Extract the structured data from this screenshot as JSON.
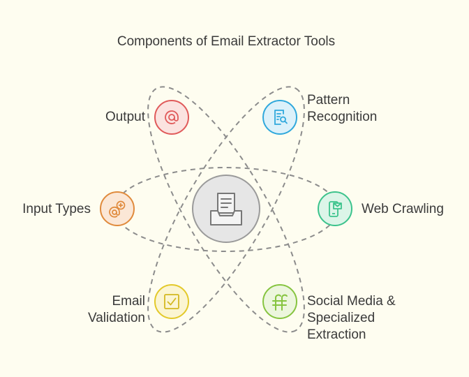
{
  "title": "Components of Email Extractor Tools",
  "center": {
    "icon": "inbox-tray-icon"
  },
  "nodes": [
    {
      "id": "output",
      "label": "Output",
      "icon": "at-sign-icon",
      "color": "#e05a5a",
      "fill": "#fbe3e0"
    },
    {
      "id": "pattern",
      "label": "Pattern Recognition",
      "lines": [
        "Pattern",
        "Recognition"
      ],
      "icon": "document-search-icon",
      "color": "#2fa8dc",
      "fill": "#dcf1fa"
    },
    {
      "id": "web",
      "label": "Web Crawling",
      "icon": "mobile-mail-icon",
      "color": "#3cc38c",
      "fill": "#dcf5e8"
    },
    {
      "id": "social",
      "label": "Social Media & Specialized Extraction",
      "lines": [
        "Social Media &",
        "Specialized",
        "Extraction"
      ],
      "icon": "social-ff-icon",
      "color": "#86c440",
      "fill": "#ecf6dd"
    },
    {
      "id": "validation",
      "label": "Email Validation",
      "lines": [
        "Email",
        "Validation"
      ],
      "icon": "checkbox-icon",
      "color": "#e3c92a",
      "fill": "#fbf5d2"
    },
    {
      "id": "input",
      "label": "Input Types",
      "icon": "at-plus-icon",
      "color": "#e08a3c",
      "fill": "#fbe7d6"
    }
  ]
}
